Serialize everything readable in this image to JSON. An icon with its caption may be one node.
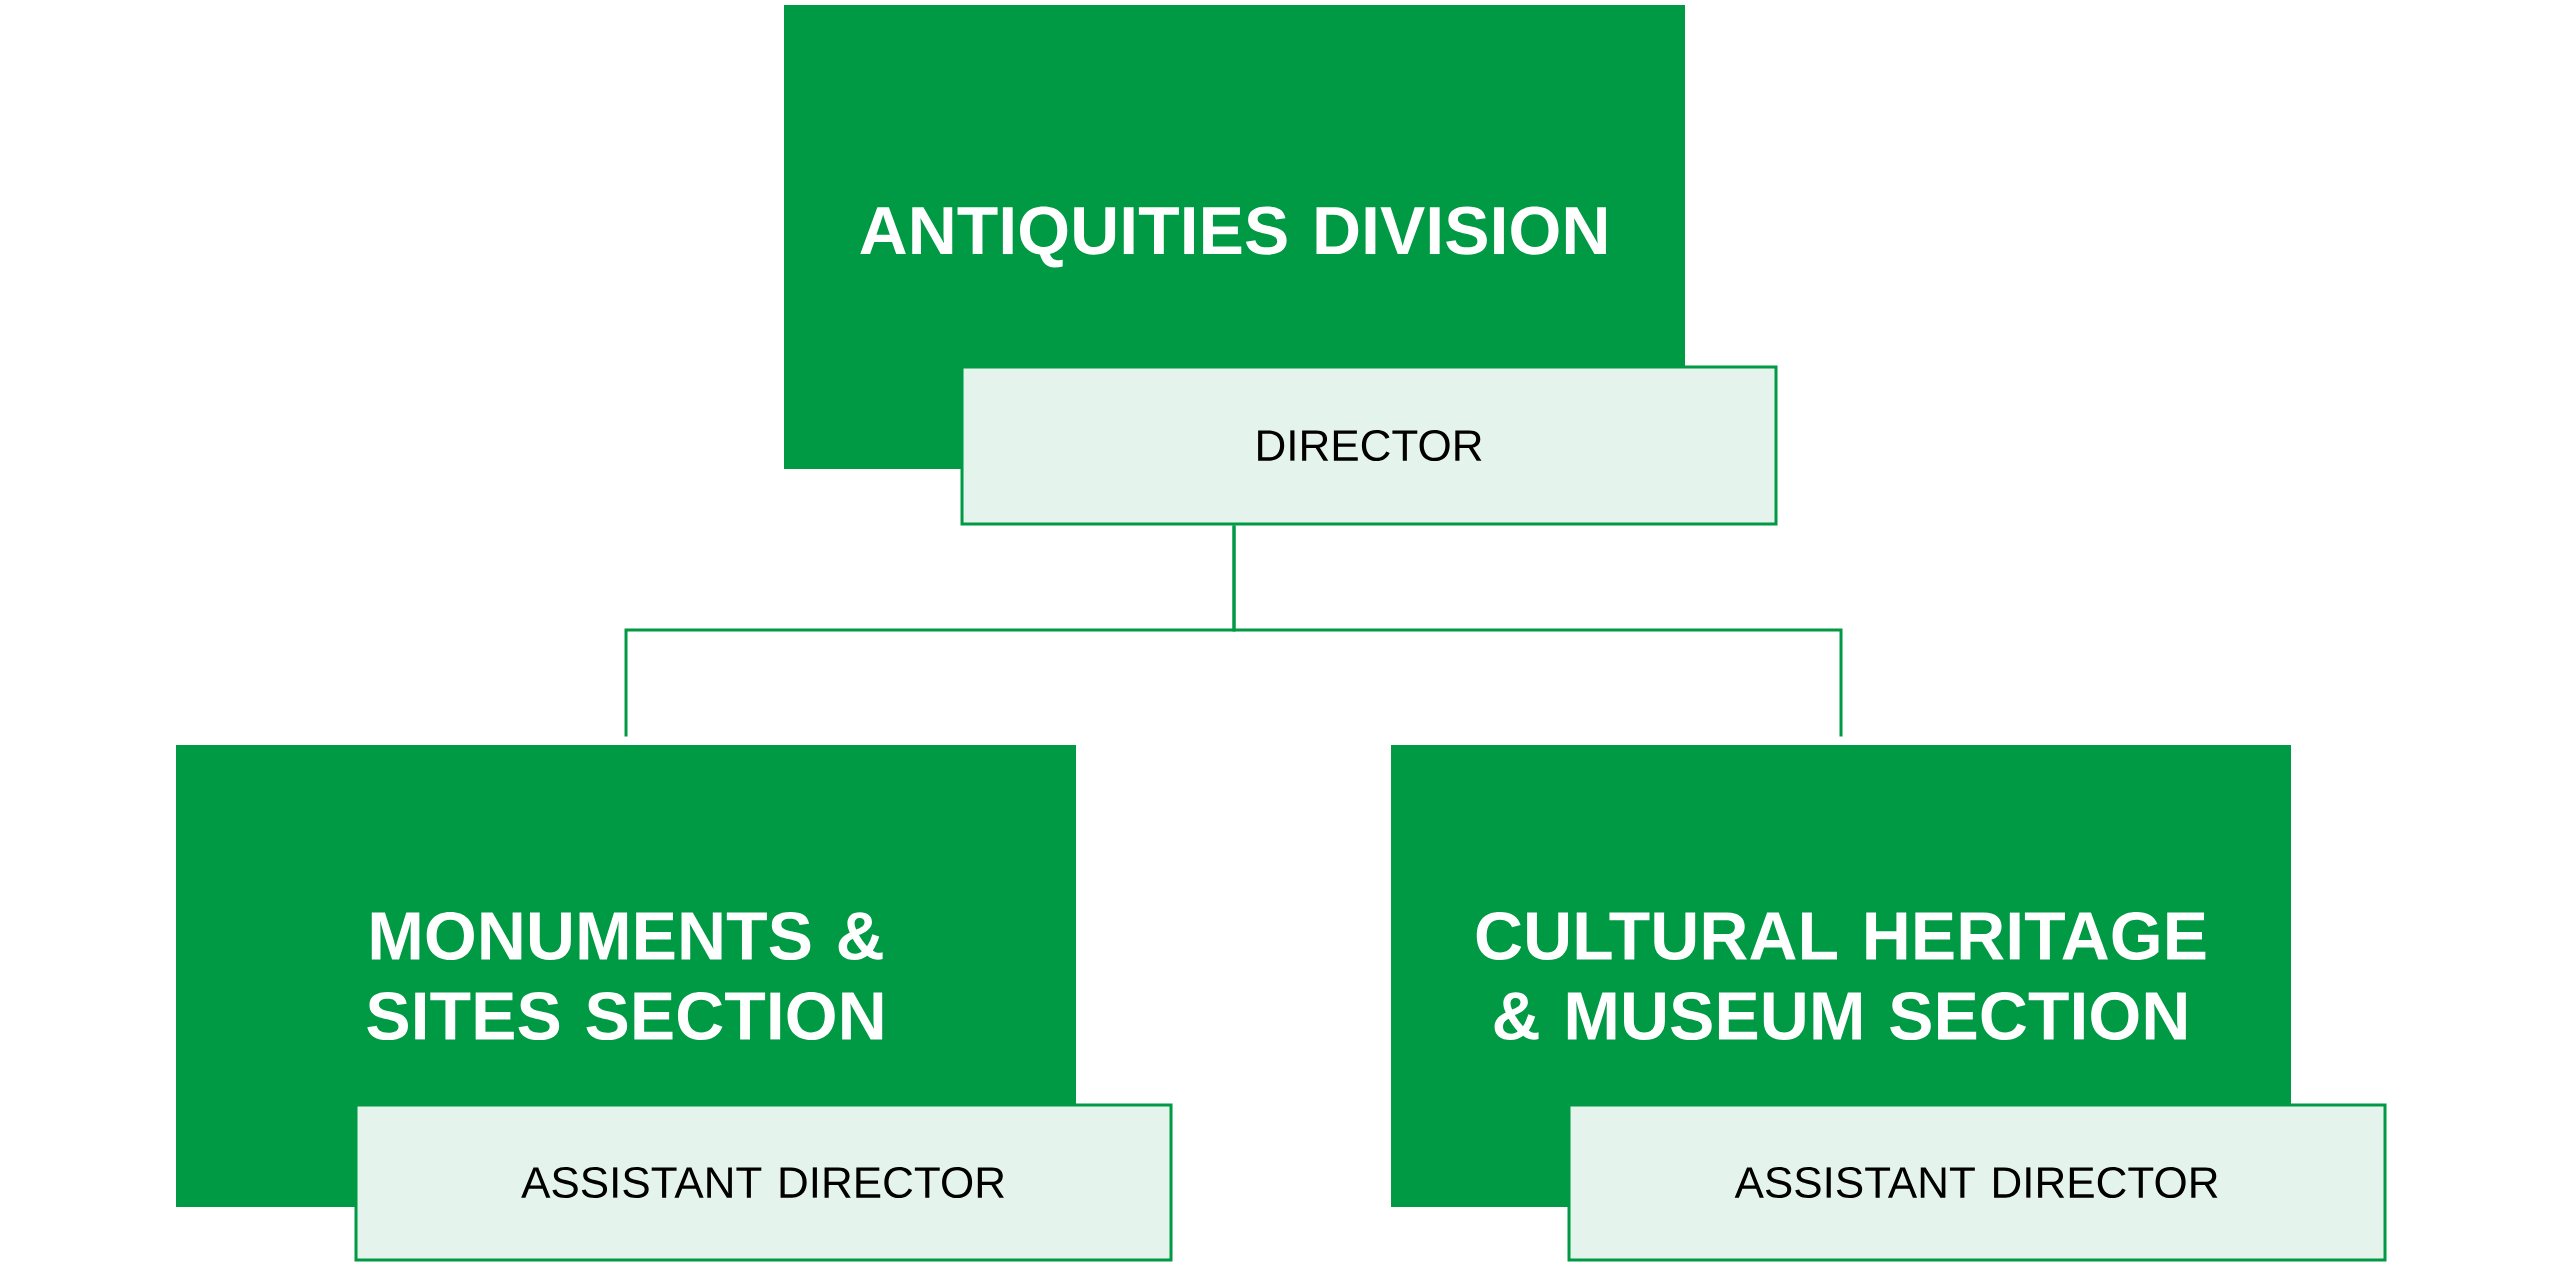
{
  "diagram": {
    "nodes": [
      {
        "text": [
          "ANTIQUITIES DIVISION"
        ]
      },
      {
        "text": [
          "DIRECTOR"
        ]
      },
      {
        "text": [
          "MONUMENTS & SITES SECTION"
        ]
      },
      {
        "text": [
          "ASSISTANT DIRECTOR"
        ]
      },
      {
        "text": [
          "CULTURAL HERITAGE & MUSEUM SECTION"
        ]
      },
      {
        "text": [
          "ASSISTANT DIRECTOR"
        ]
      }
    ],
    "edges": [
      {
        "from": 1,
        "to": 2,
        "arrow": "none"
      },
      {
        "from": 1,
        "to": 4,
        "arrow": "none"
      }
    ]
  }
}
